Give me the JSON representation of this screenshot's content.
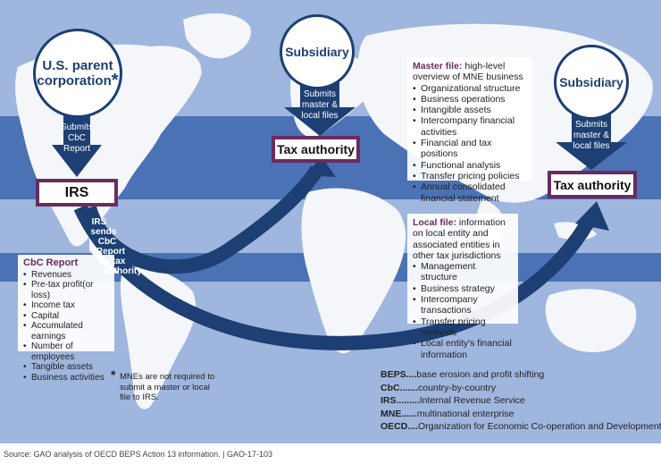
{
  "nodes": {
    "parent": {
      "line1": "U.S. parent",
      "line2": "corporation",
      "mark": "*"
    },
    "subsidiary_mid": {
      "label": "Subsidiary"
    },
    "subsidiary_right": {
      "label": "Subsidiary"
    },
    "irs": {
      "label": "IRS"
    },
    "tax_mid": {
      "label": "Tax authority"
    },
    "tax_right": {
      "label": "Tax authority"
    }
  },
  "arrows": {
    "submits_cbc": [
      "Submits",
      "CbC",
      "Report"
    ],
    "submits_files_mid": [
      "Submits",
      "master &",
      "local files"
    ],
    "submits_files_right": [
      "Submits",
      "master &",
      "local files"
    ],
    "irs_sends": [
      "IRS",
      "sends",
      "CbC",
      "Report",
      "to tax",
      "authority"
    ]
  },
  "cbc_report": {
    "title": "CbC Report",
    "items": [
      "Revenues",
      "Pre-tax profit(or loss)",
      "Income tax",
      "Capital",
      "Accumulated earnings",
      "Number of employees",
      "Tangible assets",
      "Business activities"
    ]
  },
  "master_file": {
    "title": "Master file:",
    "desc": " high-level overview of MNE business",
    "items": [
      "Organizational structure",
      "Business operations",
      "Intangible assets",
      "Intercompany financial activities",
      "Financial and tax positions",
      "Functional analysis",
      "Transfer pricing policies",
      "Annual consolidated financial statement"
    ]
  },
  "local_file": {
    "title": "Local file:",
    "desc": " information on local entity and associated entities in other tax jurisdictions",
    "items": [
      "Management structure",
      "Business strategy",
      "Intercompany transactions",
      "Transfer pricing methods",
      "Local entity's financial information"
    ]
  },
  "footnote": {
    "mark": "*",
    "text": "MNEs are not required to submit a master or local file to IRS."
  },
  "glossary": [
    {
      "abbr": "BEPS....",
      "def": "base erosion and profit shifting"
    },
    {
      "abbr": "CbC.......",
      "def": "country-by-country"
    },
    {
      "abbr": "IRS.........",
      "def": "Internal Revenue Service"
    },
    {
      "abbr": "MNE......",
      "def": "multinational enterprise"
    },
    {
      "abbr": "OECD....",
      "def": "Organization for Economic Co-operation and Development"
    }
  ],
  "source": "Source: GAO analysis of OECD BEPS Action 13 information.  |  GAO-17-103",
  "colors": {
    "navy": "#1d3f73",
    "plum": "#6a2b5f",
    "band_dark": "#4b72b4",
    "band_light": "#9fb6de"
  }
}
